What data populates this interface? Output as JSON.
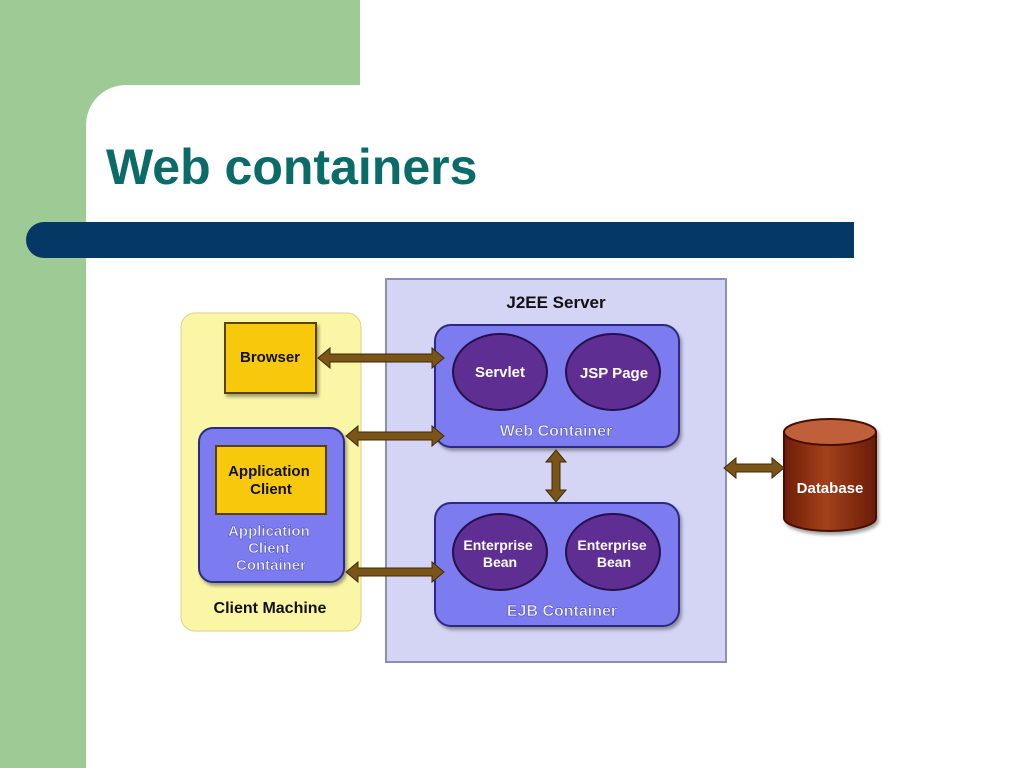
{
  "slide": {
    "title": "Web containers"
  },
  "diagram": {
    "server_label": "J2EE Server",
    "client_machine_label": "Client Machine",
    "browser_label": "Browser",
    "app_client_label": [
      "Application",
      "Client"
    ],
    "app_client_container_label": [
      "Application",
      "Client",
      "Container"
    ],
    "web_container_label": "Web Container",
    "servlet_label": "Servlet",
    "jsp_label": "JSP Page",
    "ejb_container_label": "EJB Container",
    "enterprise_bean_label": [
      "Enterprise",
      "Bean"
    ],
    "database_label": "Database"
  },
  "colors": {
    "background_band": "#9ecb95",
    "title_text": "#0b6b68",
    "title_bar": "#063865",
    "client_machine_fill": "#fbf6a5",
    "server_fill": "#d4d4f5",
    "container_fill": "#7b7cf0",
    "component_fill": "#5f2e93",
    "client_box_fill": "#f8c80c",
    "arrow": "#7b5418",
    "database": "#8a2b0d"
  }
}
